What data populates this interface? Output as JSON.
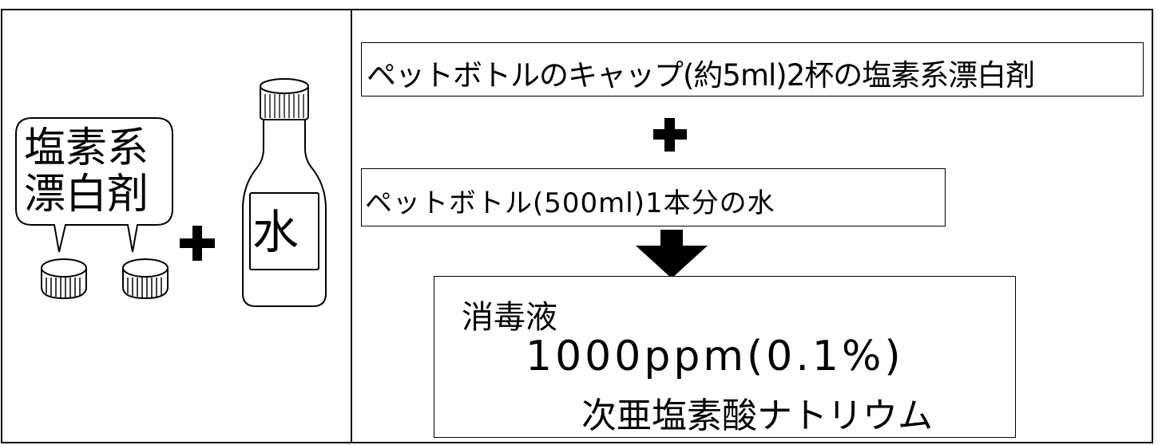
{
  "left_panel": {
    "bubble_line1": "塩素系",
    "bubble_line2": "漂白剤",
    "water_label": "水"
  },
  "steps": {
    "bleach": "ペットボトルのキャップ(約5ml)2杯の塩素系漂白剤",
    "water": "ペットボトル(500ml)1本分の水"
  },
  "result": {
    "title": "消毒液",
    "concentration": "1000ppm(0.1%)",
    "chemical": "次亜塩素酸ナトリウム"
  }
}
